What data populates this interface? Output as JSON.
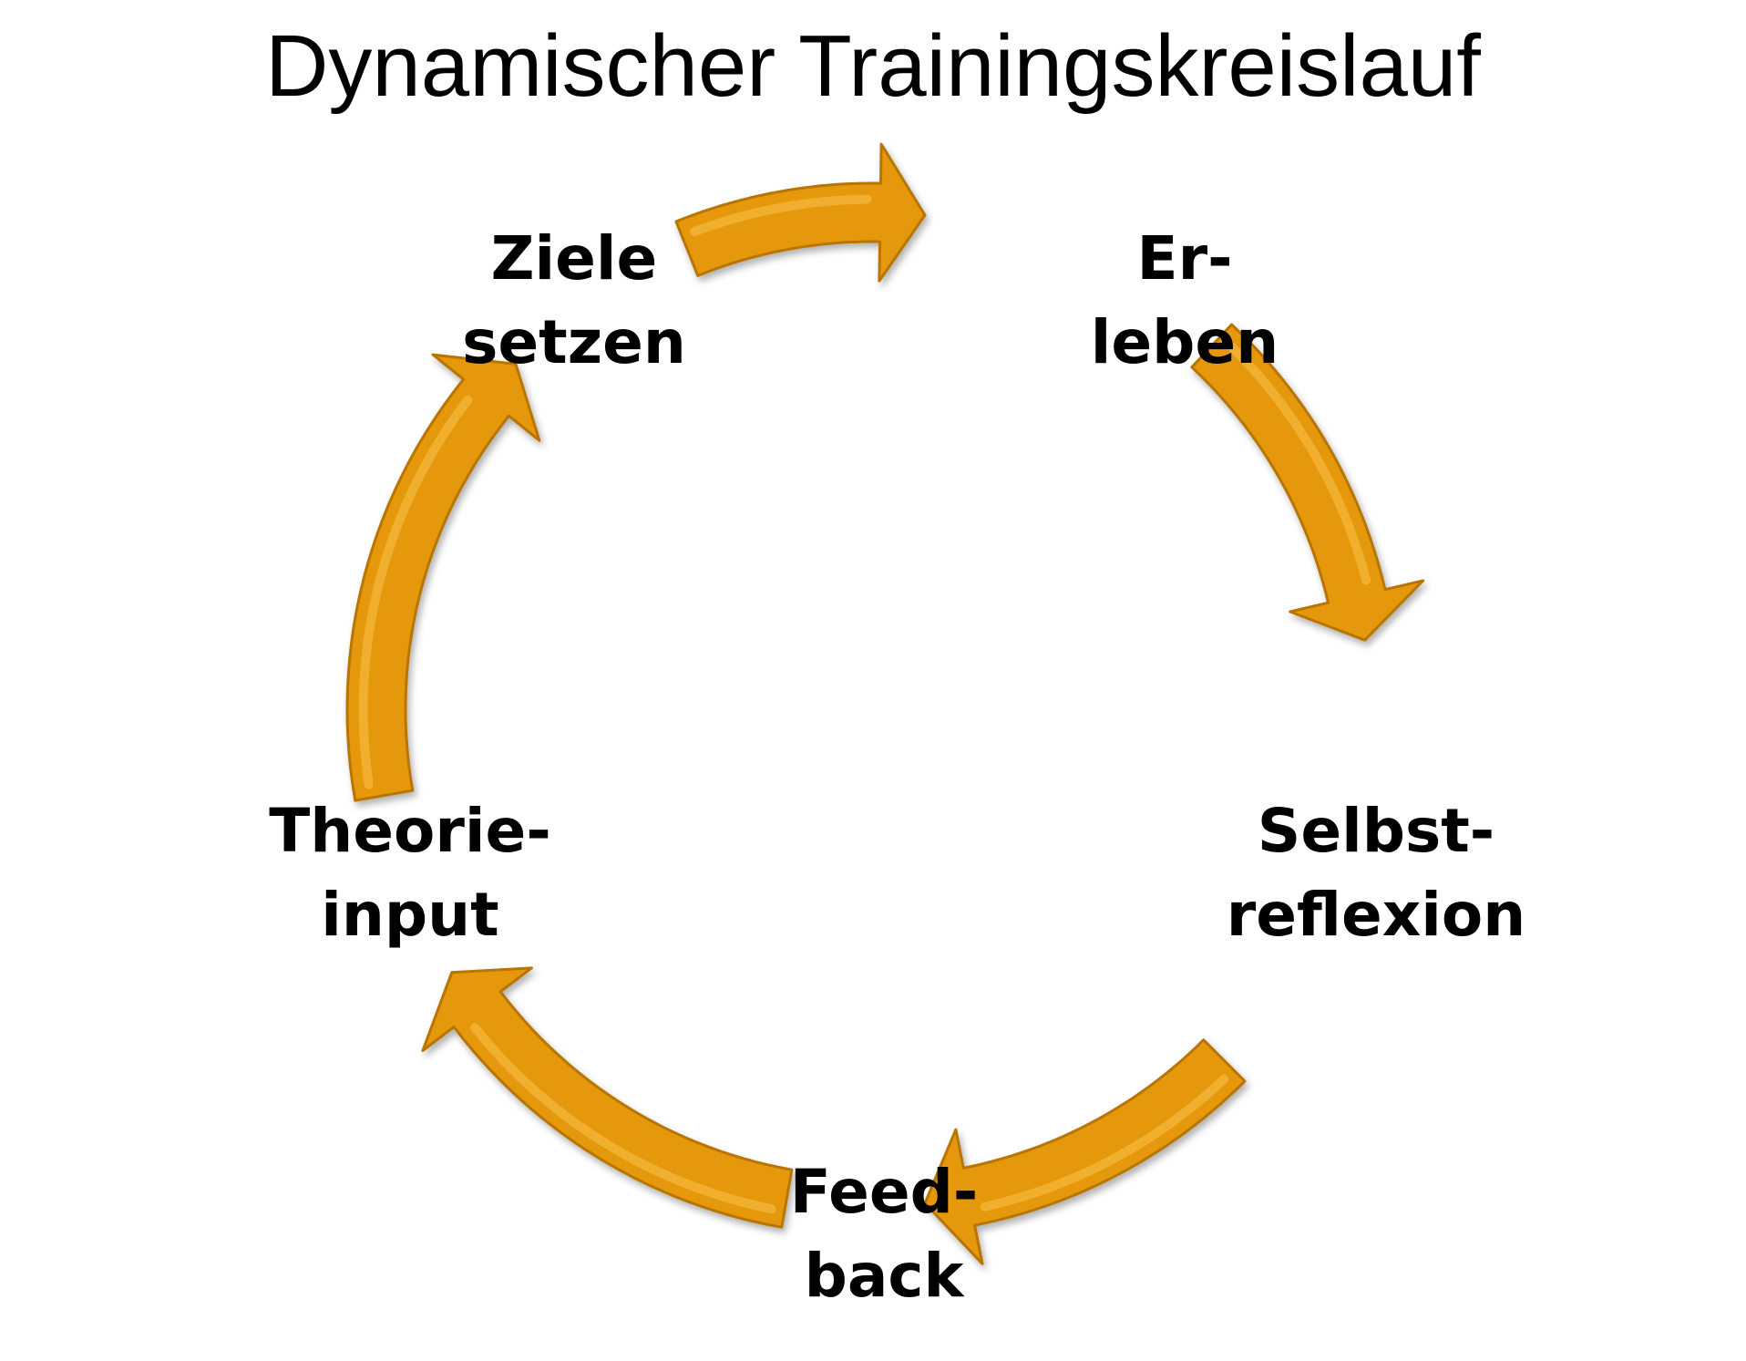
{
  "title": "Dynamischer Trainingskreislauf",
  "colors": {
    "arrow_fill": "#e6980a",
    "arrow_edge": "#b87505",
    "arrow_highlight": "#f7c24a",
    "text": "#000000",
    "background": "#ffffff"
  },
  "cycle": {
    "nodes": [
      {
        "id": "ziele-setzen",
        "line1": "Ziele",
        "line2": "setzen"
      },
      {
        "id": "er-leben",
        "line1": "Er-",
        "line2": "leben"
      },
      {
        "id": "selbst-reflexion",
        "line1": "Selbst-",
        "line2": "reflexion"
      },
      {
        "id": "feed-back",
        "line1": "Feed-",
        "line2": "back"
      },
      {
        "id": "theorie-input",
        "line1": "Theorie-",
        "line2": "input"
      }
    ],
    "arrows": [
      {
        "from": "ziele-setzen",
        "to": "er-leben"
      },
      {
        "from": "er-leben",
        "to": "selbst-reflexion"
      },
      {
        "from": "selbst-reflexion",
        "to": "feed-back"
      },
      {
        "from": "feed-back",
        "to": "theorie-input"
      },
      {
        "from": "theorie-input",
        "to": "ziele-setzen"
      }
    ]
  }
}
